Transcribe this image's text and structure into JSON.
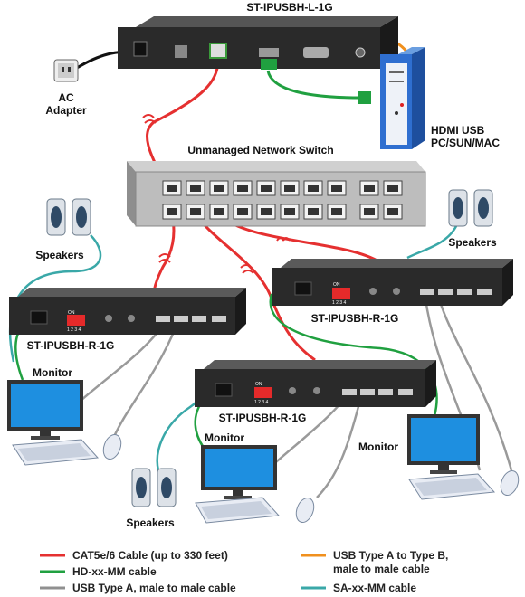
{
  "labels": {
    "transmitter": "ST-IPUSBH-L-1G",
    "ac_adapter_line1": "AC",
    "ac_adapter_line2": "Adapter",
    "pc_line1": "HDMI USB",
    "pc_line2": "PC/SUN/MAC",
    "switch": "Unmanaged Network Switch",
    "receiver_left": "ST-IPUSBH-R-1G",
    "receiver_right": "ST-IPUSBH-R-1G",
    "receiver_center": "ST-IPUSBH-R-1G",
    "speakers_left": "Speakers",
    "speakers_right": "Speakers",
    "speakers_bottom": "Speakers",
    "monitor_left": "Monitor",
    "monitor_center": "Monitor",
    "monitor_right": "Monitor",
    "dip_on": "ON",
    "dip_numbers": "1 2 3 4"
  },
  "legend": [
    {
      "color": "#e53030",
      "text": "CAT5e/6 Cable (up to 330 feet)"
    },
    {
      "color": "#20a040",
      "text": "HD-xx-MM cable"
    },
    {
      "color": "#909090",
      "text": "USB Type A, male to male cable"
    },
    {
      "color": "#f0901e",
      "text": "USB Type A  to Type B,",
      "text2": "male to male cable"
    },
    {
      "color": "#3aa8a8",
      "text": "SA-xx-MM cable"
    }
  ],
  "colors": {
    "cat_cable": "#e53030",
    "hdmi_cable": "#20a040",
    "usb_cable": "#909090",
    "usb_ab_cable": "#f0901e",
    "audio_cable": "#3aa8a8",
    "device_body": "#2a2a2a",
    "pc_blue": "#2f6fd0",
    "screen_blue": "#1e8fe0"
  }
}
